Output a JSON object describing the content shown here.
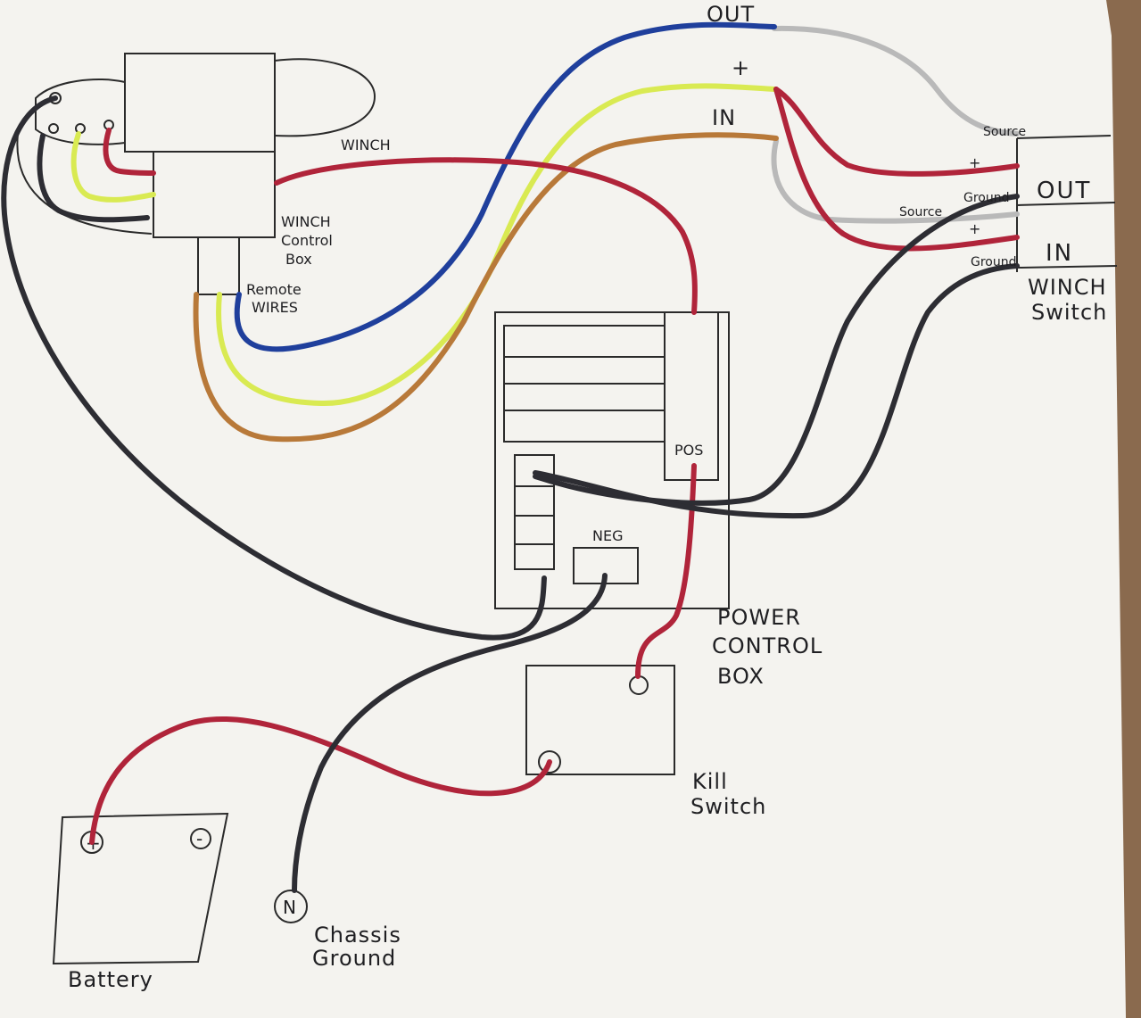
{
  "colors": {
    "background": "#8a6a4e",
    "paper": "#f4f3ef",
    "ink": "#1f1f22",
    "wire_black": "#2d2d33",
    "wire_red": "#b0243a",
    "wire_blue": "#1f3f9c",
    "wire_yellow": "#d9ea52",
    "wire_brown": "#b87939",
    "wire_gray": "#b9b9b9"
  },
  "labels": {
    "out_top": "OUT",
    "plus_top": "+",
    "in_top": "IN",
    "winch": "WINCH",
    "winch_control_box": [
      "WINCH",
      "Control",
      "Box"
    ],
    "remote_wires": [
      "Remote",
      "WIRES"
    ],
    "pos": "POS",
    "neg": "NEG",
    "power_control_box": [
      "POWER",
      "CONTROL",
      "BOX"
    ],
    "kill_switch": [
      "Kill",
      "Switch"
    ],
    "battery": "Battery",
    "battery_plus": "+",
    "battery_minus": "-",
    "chassis_ground": [
      "Chassis",
      "Ground"
    ],
    "chassis_symbol": "N",
    "switch_source_top": "Source",
    "switch_plus_1": "+",
    "switch_ground_1": "Ground",
    "switch_out": "OUT",
    "switch_source_mid": "Source",
    "switch_plus_2": "+",
    "switch_ground_2": "Ground",
    "switch_in": "IN",
    "winch_switch": [
      "WINCH",
      "Switch"
    ]
  }
}
